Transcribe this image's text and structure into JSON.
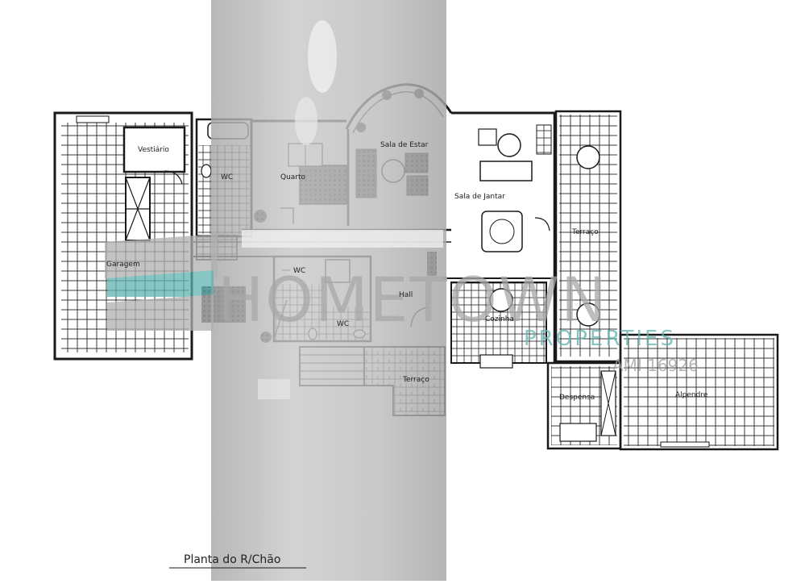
{
  "plan": {
    "title": "Planta do R/Chão",
    "rooms": {
      "vestiario": "Vestiário",
      "garagem": "Garagem",
      "wc1": "WC",
      "quarto": "Quarto",
      "sala_estar": "Sala de Estar",
      "sala_jantar": "Sala de Jantar",
      "hall": "Hall",
      "wc2": "WC",
      "wc3": "WC",
      "cozinha": "Cozinha",
      "terraco_right": "Terraço",
      "terraco_bottom": "Terraço",
      "despensa": "Despensa",
      "alpendre": "Alpendre"
    }
  },
  "watermark": {
    "brand": "HOMETOWN",
    "sub": "PROPERTIES",
    "license": "AMI 16926",
    "color_teal": "#5fb3b0",
    "color_grey": "#9a9a9a"
  },
  "colors": {
    "column_grey": "#b8b8b8",
    "line": "#1a1a1a"
  }
}
